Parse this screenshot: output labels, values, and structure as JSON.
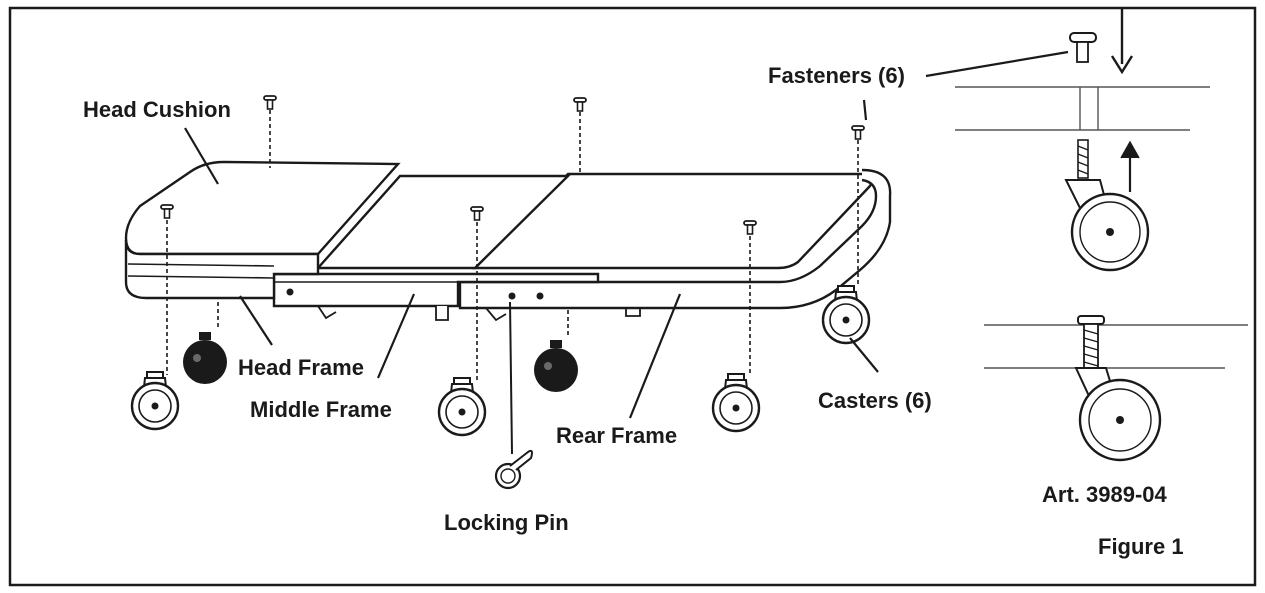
{
  "labels": {
    "head_cushion": "Head Cushion",
    "fasteners": "Fasteners (6)",
    "head_frame": "Head Frame",
    "middle_frame": "Middle Frame",
    "rear_frame": "Rear Frame",
    "casters": "Casters (6)",
    "locking_pin": "Locking Pin",
    "art_number": "Art. 3989-04",
    "figure": "Figure 1"
  },
  "colors": {
    "line": "#1a1a1a",
    "background": "#ffffff"
  }
}
